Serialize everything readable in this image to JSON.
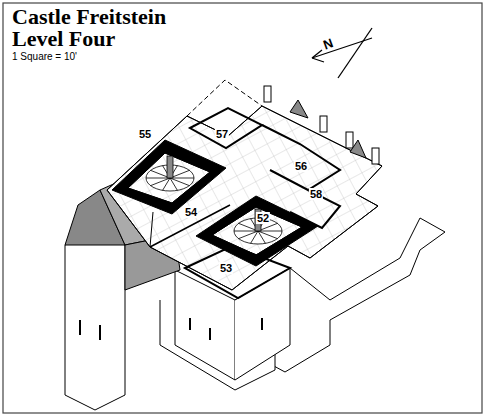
{
  "diagram": {
    "title": "Castle Freitstein Level Four",
    "labels": [
      "1 Square = 10'",
      "N",
      "57",
      "55",
      "56",
      "58",
      "54",
      "52",
      "53"
    ]
  }
}
